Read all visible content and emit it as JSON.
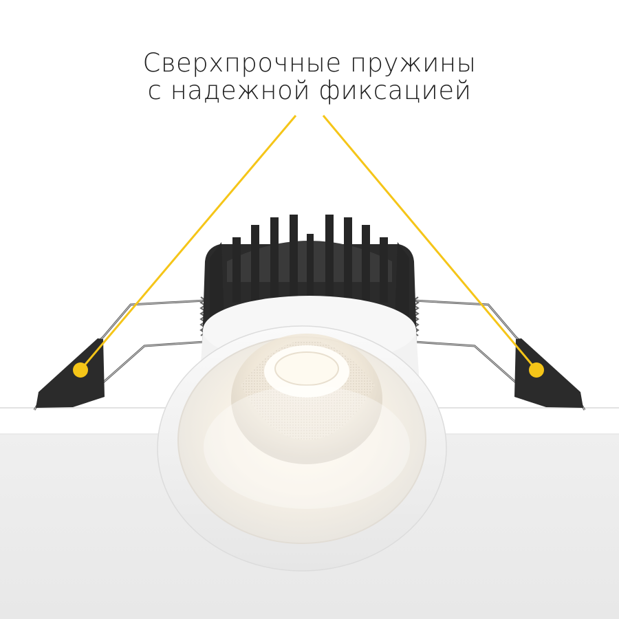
{
  "caption": {
    "line1": "Сверхпрочные пружины",
    "line2": "с надежной фиксацией"
  },
  "scene": {
    "subject": "recessed LED downlight with spring clips",
    "callout_color": "#f5c518",
    "heatsink_color": "#2b2b2b",
    "body_color": "#f2f2f2",
    "ceiling_color": "#ececec",
    "background_color": "#ffffff"
  }
}
